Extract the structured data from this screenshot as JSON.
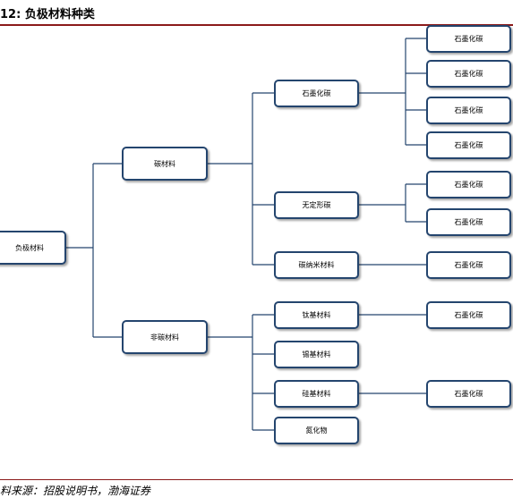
{
  "header": {
    "title": "12: 负极材料种类"
  },
  "nodes": {
    "root": "负极材料",
    "carbon": "碳材料",
    "non_carbon": "非碳材料",
    "graphitized": "石墨化碳",
    "amorphous": "无定形碳",
    "nano": "碳纳米材料",
    "titanium": "钛基材料",
    "tin": "锡基材料",
    "silicon": "硅基材料",
    "nitride": "氮化物",
    "leaf_1": "石墨化碳",
    "leaf_2": "石墨化碳",
    "leaf_3": "石墨化碳",
    "leaf_4": "石墨化碳",
    "leaf_5": "石墨化碳",
    "leaf_6": "石墨化碳",
    "leaf_7": "石墨化碳",
    "leaf_8": "石墨化碳",
    "leaf_9": "石墨化碳"
  },
  "footer": {
    "source": "料来源：招股说明书，渤海证券"
  },
  "colors": {
    "node_border": "#24456e",
    "connector": "#24456e",
    "rule": "#8b1a1a"
  }
}
